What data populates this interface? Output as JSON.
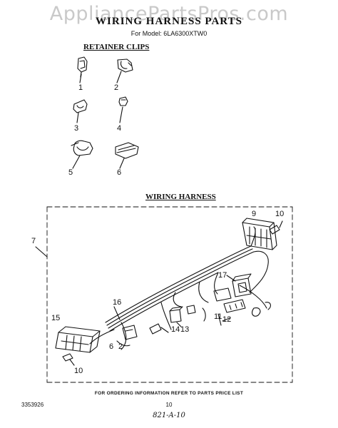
{
  "watermark": "AppliancePartsPros.com",
  "header": {
    "title": "WIRING HARNESS PARTS",
    "model": "For Model: 6LA6300XTW0"
  },
  "sections": {
    "retainer_clips": "RETAINER CLIPS",
    "wiring_harness": "WIRING HARNESS"
  },
  "clip_labels": [
    "1",
    "2",
    "3",
    "4",
    "5",
    "6"
  ],
  "harness_labels": [
    "7",
    "9",
    "10",
    "17",
    "11",
    "16",
    "12",
    "15",
    "13",
    "14",
    "6",
    "2",
    "10"
  ],
  "footer": {
    "ordering_note": "FOR ORDERING INFORMATION REFER TO PARTS PRICE LIST",
    "doc_number": "3353926",
    "page_number": "10",
    "handwritten": "821-A-10"
  }
}
